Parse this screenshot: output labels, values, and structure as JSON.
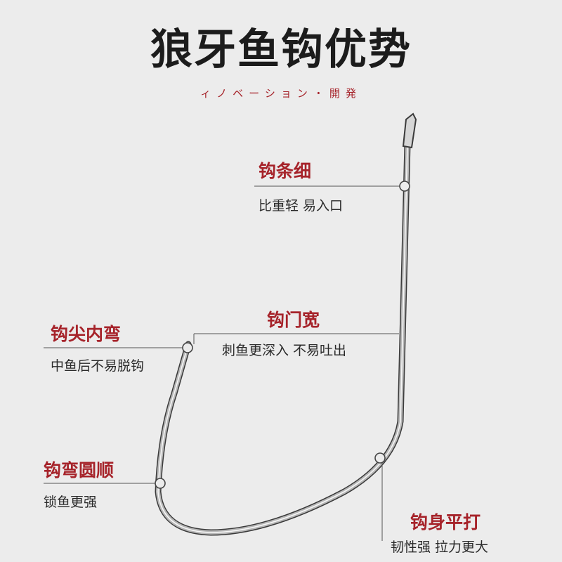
{
  "title": "狼牙鱼钩优势",
  "subtitle": "ィノベーション・開発",
  "colors": {
    "accent": "#a6232a",
    "background": "#ececec",
    "text": "#2a2a2a"
  },
  "features": [
    {
      "label": "钩条细",
      "desc": "比重轻 易入口"
    },
    {
      "label": "钩门宽",
      "desc": "刺鱼更深入 不易吐出"
    },
    {
      "label": "钩尖内弯",
      "desc": "中鱼后不易脱钩"
    },
    {
      "label": "钩弯圆顺",
      "desc": "锁鱼更强"
    },
    {
      "label": "钩身平打",
      "desc": "韧性强 拉力更大"
    }
  ]
}
